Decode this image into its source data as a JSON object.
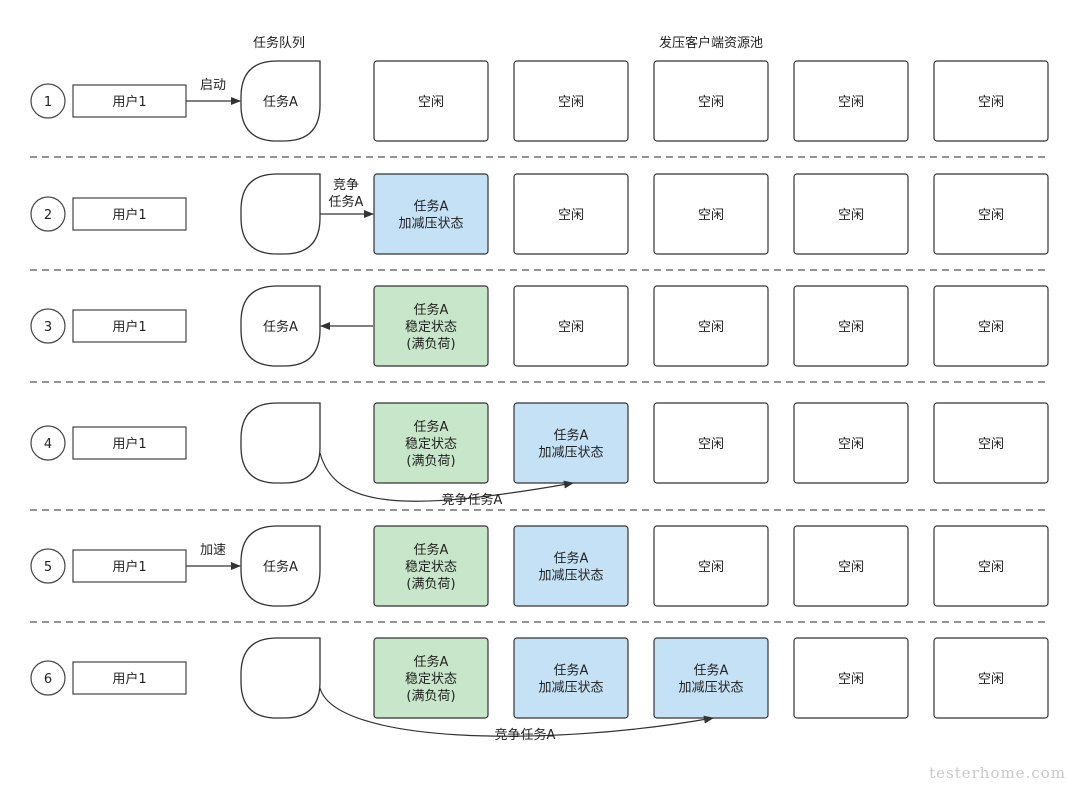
{
  "headers": {
    "queue": "任务队列",
    "pool": "发压客户端资源池"
  },
  "watermark": "testerhome.com",
  "colors": {
    "loading": "#c5e1f5",
    "stable": "#c8e6c9",
    "idle": "#ffffff",
    "line": "#333333",
    "divider": "#555555"
  },
  "states": {
    "idle": [
      "空闲"
    ],
    "loading": [
      "任务A",
      "加减压状态"
    ],
    "stable": [
      "任务A",
      "稳定状态",
      "(满负荷)"
    ]
  },
  "rows": [
    {
      "step": "1",
      "user": "用户1",
      "queue_label": "任务A",
      "queue_style": "teardrop",
      "arrow": "user-to-queue",
      "arrow_label": [
        "启动"
      ],
      "clients": [
        "idle",
        "idle",
        "idle",
        "idle",
        "idle"
      ]
    },
    {
      "step": "2",
      "user": "用户1",
      "queue_label": "",
      "queue_style": "teardrop-wide",
      "arrow": "queue-to-client1",
      "arrow_label": [
        "竞争",
        "任务A"
      ],
      "clients": [
        "loading",
        "idle",
        "idle",
        "idle",
        "idle"
      ]
    },
    {
      "step": "3",
      "user": "用户1",
      "queue_label": "任务A",
      "queue_style": "teardrop",
      "arrow": "client1-to-queue",
      "arrow_label": [],
      "clients": [
        "stable",
        "idle",
        "idle",
        "idle",
        "idle"
      ]
    },
    {
      "step": "4",
      "user": "用户1",
      "queue_label": "",
      "queue_style": "teardrop-wide",
      "arrow": "curve-to-client2",
      "arrow_label": [
        "竞争任务A"
      ],
      "clients": [
        "stable",
        "loading",
        "idle",
        "idle",
        "idle"
      ]
    },
    {
      "step": "5",
      "user": "用户1",
      "queue_label": "任务A",
      "queue_style": "teardrop",
      "arrow": "user-to-queue",
      "arrow_label": [
        "加速"
      ],
      "clients": [
        "stable",
        "loading",
        "idle",
        "idle",
        "idle"
      ]
    },
    {
      "step": "6",
      "user": "用户1",
      "queue_label": "",
      "queue_style": "teardrop-wide",
      "arrow": "curve-to-client3",
      "arrow_label": [
        "竞争任务A"
      ],
      "clients": [
        "stable",
        "loading",
        "loading",
        "idle",
        "idle"
      ]
    }
  ]
}
